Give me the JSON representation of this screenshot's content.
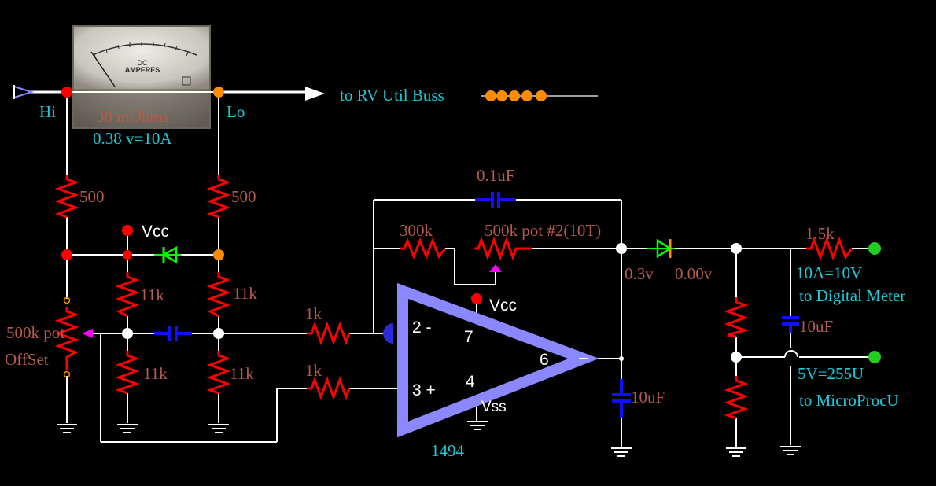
{
  "colors": {
    "background": "#000000",
    "wire": "#ffffff",
    "resistor": "#ff0000",
    "capacitor": "#1010ff",
    "opamp": "#8b88ff",
    "diode": "#00ff00",
    "node_red": "#ff0000",
    "node_orange": "#ff8c00",
    "node_green": "#22cc22",
    "pot_arrow": "#ff00ff",
    "text_brown": "#b45a4e",
    "text_cyan": "#20c8d8",
    "text_white": "#ffffff"
  },
  "meter": {
    "dial_unit": "DC",
    "dial_label": "AMPERES",
    "shunt_label": "38 mOhms",
    "rating_label": "0.38 v=10A"
  },
  "labels": {
    "hi": "Hi",
    "lo": "Lo",
    "bus": "to RV Util Buss",
    "cap_feedback": "0.1uF",
    "r_300k": "300k",
    "pot_gain": "500k pot #2(10T)",
    "vcc_left": "Vcc",
    "vcc_opamp": "Vcc",
    "vss": "Vss",
    "r_500_left": "500",
    "r_500_right": "500",
    "r_11k_1": "11k",
    "r_11k_2": "11k",
    "r_11k_3": "11k",
    "r_11k_4": "11k",
    "pot_offset_1": "500k pot",
    "pot_offset_2": "OffSet",
    "r_1k_a": "1k",
    "r_1k_b": "1k",
    "pin_2": "2 -",
    "pin_3": "3 +",
    "pin_7": "7",
    "pin_4": "4",
    "pin_6": "6",
    "opamp_part": "1494",
    "cap_out": "10uF",
    "v_out": "0.3v",
    "v_diode": "0.00v",
    "r_1_5k": "1.5k",
    "digital_1": "10A=10V",
    "digital_2": "to Digital Meter",
    "cap_10uF_right": "10uF",
    "micro_1": "5V=255U",
    "micro_2": "to MicroProcU"
  }
}
